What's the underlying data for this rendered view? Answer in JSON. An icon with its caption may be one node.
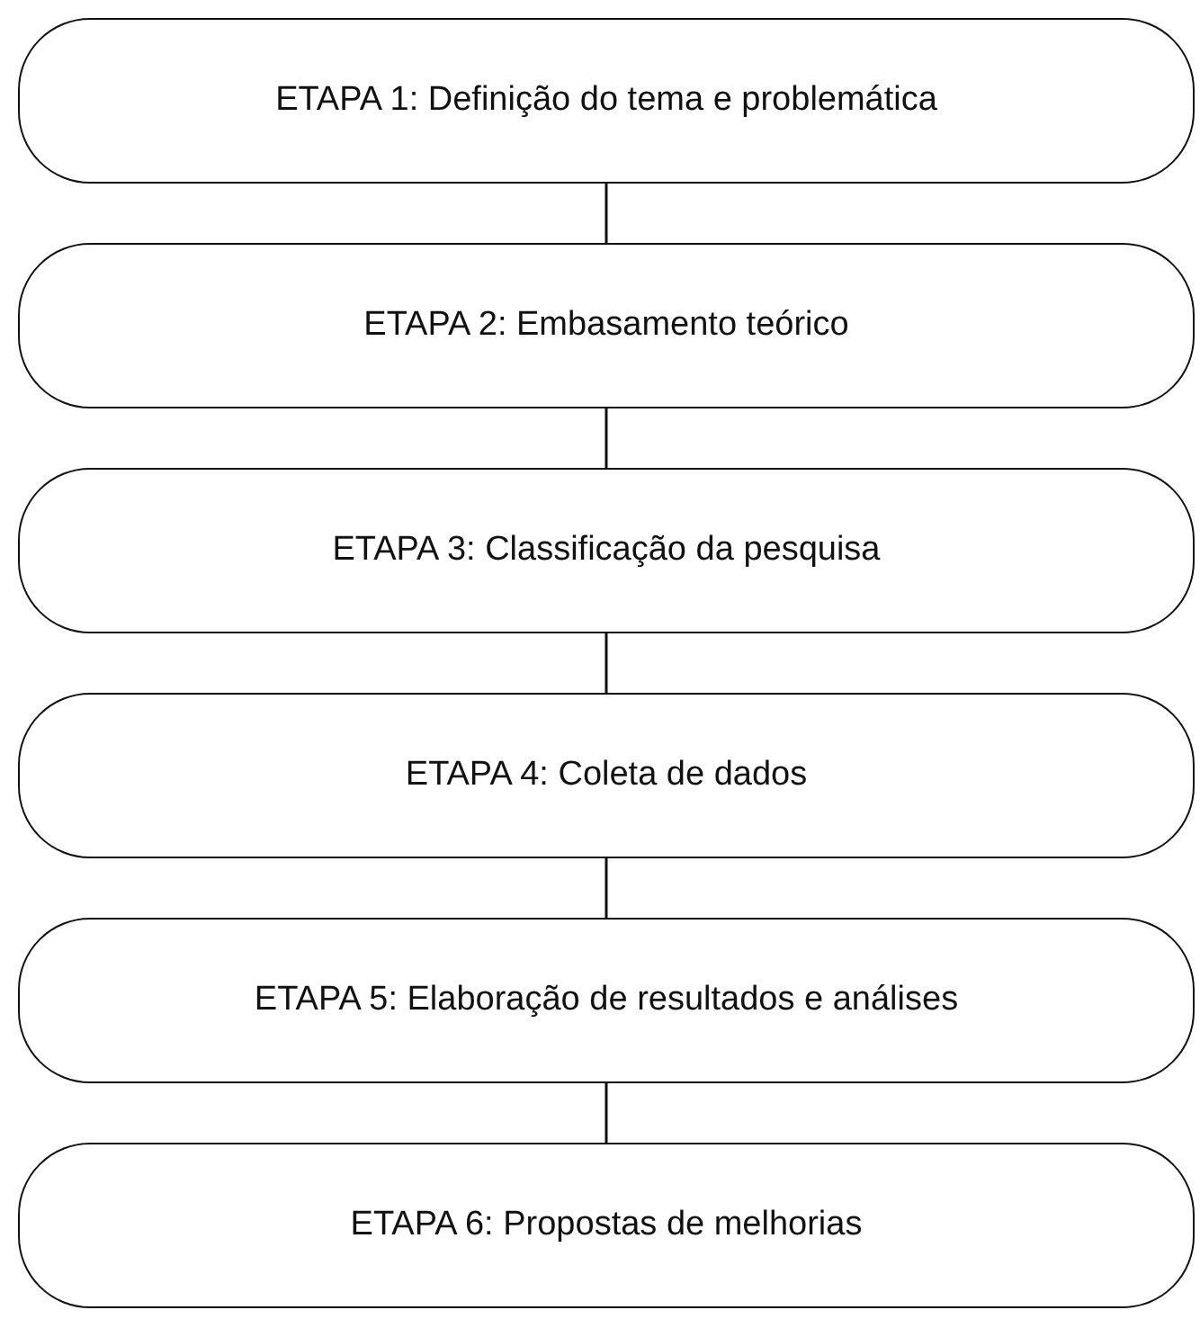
{
  "diagram": {
    "nodes": [
      {
        "text": [
          "ETAPA 1: Definição do tema e problemática"
        ]
      },
      {
        "text": [
          "ETAPA 2: Embasamento teórico"
        ]
      },
      {
        "text": [
          "ETAPA 3: Classificação da pesquisa"
        ]
      },
      {
        "text": [
          "ETAPA 4: Coleta de dados"
        ]
      },
      {
        "text": [
          "ETAPA 5: Elaboração de resultados e análises"
        ]
      },
      {
        "text": [
          "ETAPA 6: Propostas de melhorias"
        ]
      }
    ],
    "edges": [
      {
        "from": 0,
        "to": 1,
        "arrow": "none"
      },
      {
        "from": 1,
        "to": 2,
        "arrow": "none"
      },
      {
        "from": 2,
        "to": 3,
        "arrow": "none"
      },
      {
        "from": 3,
        "to": 4,
        "arrow": "none"
      },
      {
        "from": 4,
        "to": 5,
        "arrow": "none"
      }
    ]
  }
}
